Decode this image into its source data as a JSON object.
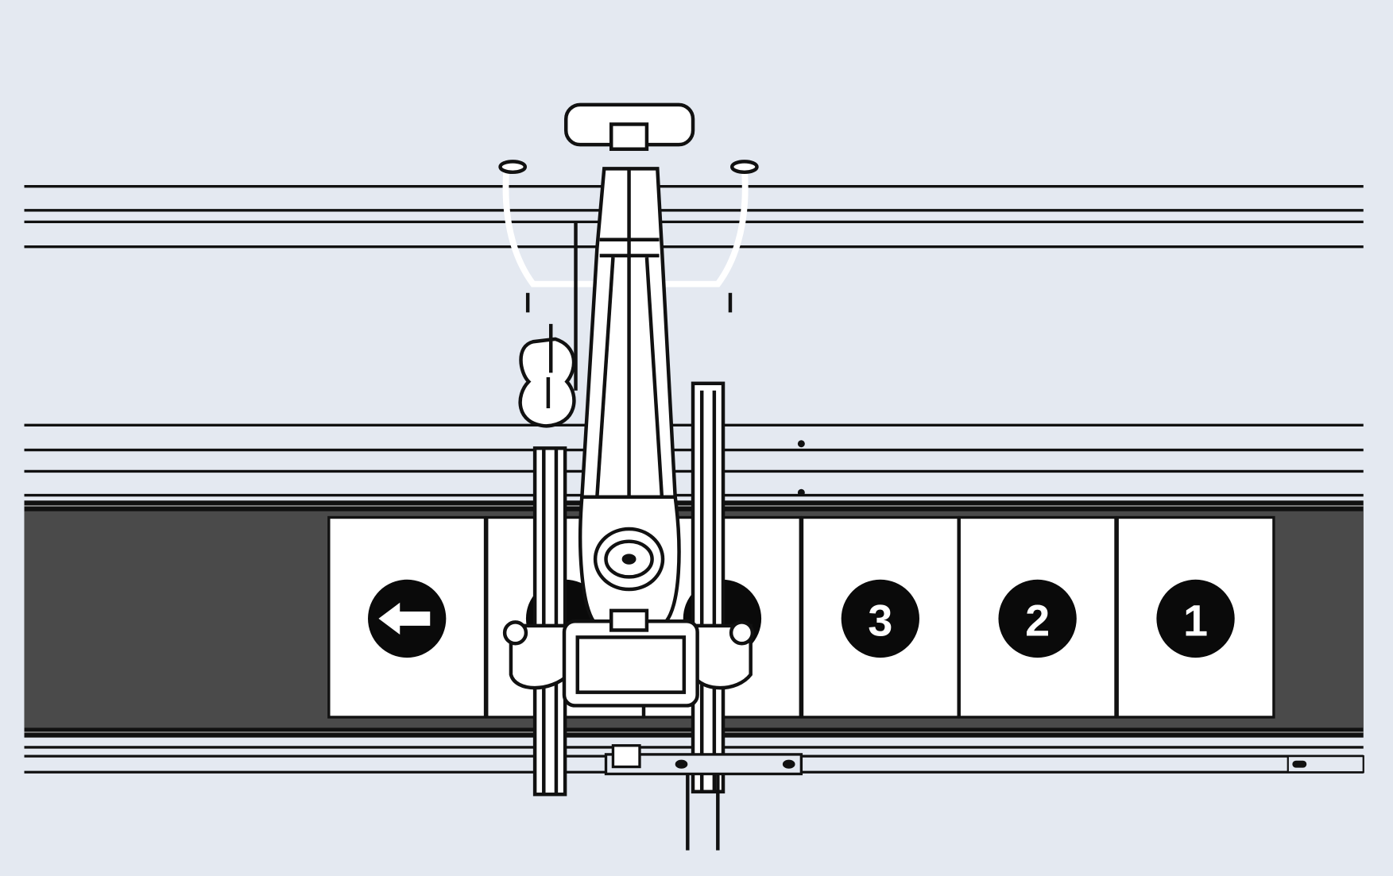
{
  "diagram": {
    "colors": {
      "background": "#e4e9f1",
      "track_band": "#4a4a4a",
      "panel": "#ffffff",
      "marker": "#0a0a0a",
      "line": "#111111"
    },
    "panels": [
      {
        "icon": "arrow-left-icon",
        "label": ""
      },
      {
        "icon": "",
        "label": ""
      },
      {
        "icon": "",
        "label": ""
      },
      {
        "icon": "",
        "label": "3"
      },
      {
        "icon": "",
        "label": "2"
      },
      {
        "icon": "",
        "label": "1"
      }
    ]
  }
}
